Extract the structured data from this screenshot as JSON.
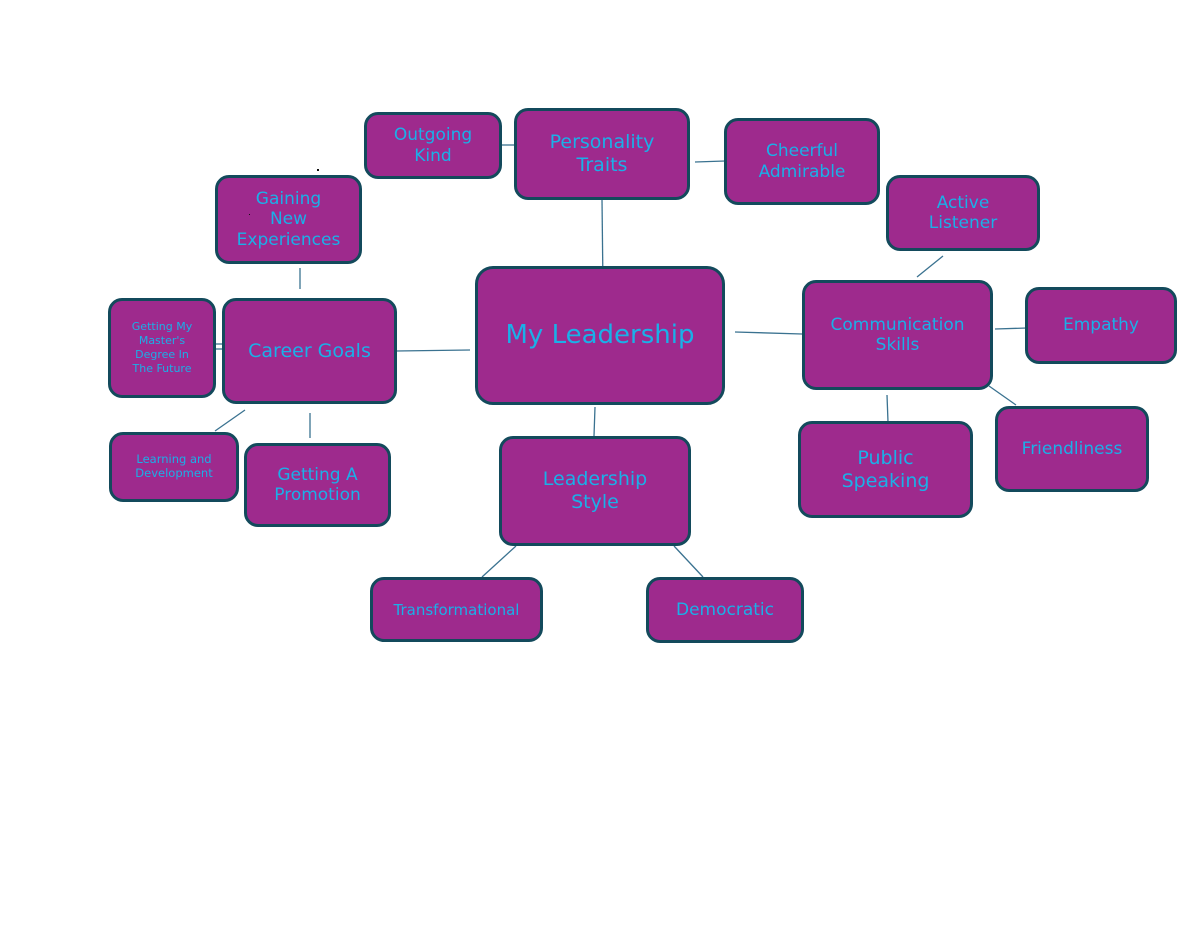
{
  "diagram": {
    "title": "My Leadership",
    "colors": {
      "node_fill": "#9e2a8d",
      "node_border": "#134a5c",
      "node_text": "#1ab0e8",
      "connector": "#3a7290",
      "background": "#ffffff"
    },
    "nodes": {
      "center": {
        "label": "My Leadership"
      },
      "personality_traits": {
        "label": "Personality\nTraits"
      },
      "outgoing_kind": {
        "label": "Outgoing\nKind"
      },
      "cheerful_admirable": {
        "label": "Cheerful\nAdmirable"
      },
      "career_goals": {
        "label": "Career Goals"
      },
      "gaining_new_experiences": {
        "label": "Gaining\nNew\nExperiences"
      },
      "masters_degree": {
        "label": "Getting My\nMaster's\nDegree In\nThe Future"
      },
      "learning_development": {
        "label": "Learning and\nDevelopment"
      },
      "getting_promotion": {
        "label": "Getting A\nPromotion"
      },
      "communication_skills": {
        "label": "Communication\nSkills"
      },
      "active_listener": {
        "label": "Active\nListener"
      },
      "empathy": {
        "label": "Empathy"
      },
      "public_speaking": {
        "label": "Public\nSpeaking"
      },
      "friendliness": {
        "label": "Friendliness"
      },
      "leadership_style": {
        "label": "Leadership\nStyle"
      },
      "transformational": {
        "label": "Transformational"
      },
      "democratic": {
        "label": "Democratic"
      }
    },
    "edges": [
      [
        "center",
        "personality_traits"
      ],
      [
        "center",
        "career_goals"
      ],
      [
        "center",
        "communication_skills"
      ],
      [
        "center",
        "leadership_style"
      ],
      [
        "personality_traits",
        "outgoing_kind"
      ],
      [
        "personality_traits",
        "cheerful_admirable"
      ],
      [
        "career_goals",
        "gaining_new_experiences"
      ],
      [
        "career_goals",
        "masters_degree"
      ],
      [
        "career_goals",
        "learning_development"
      ],
      [
        "career_goals",
        "getting_promotion"
      ],
      [
        "communication_skills",
        "active_listener"
      ],
      [
        "communication_skills",
        "empathy"
      ],
      [
        "communication_skills",
        "public_speaking"
      ],
      [
        "communication_skills",
        "friendliness"
      ],
      [
        "leadership_style",
        "transformational"
      ],
      [
        "leadership_style",
        "democratic"
      ]
    ]
  }
}
